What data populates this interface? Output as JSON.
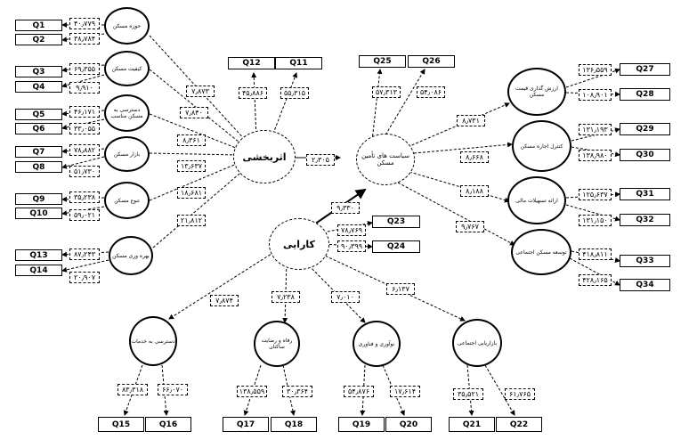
{
  "central": {
    "etrbakhshi": "اثربخشی",
    "siasat": "سیاست های تأمین مسکن",
    "karaei": "کارایی"
  },
  "latents": {
    "hozeh": "حوزه مسکن",
    "keyfiat": "کیفیت مسکن",
    "dastresi_maskan": "دسترسی به مسکن مناسب",
    "bazar": "بازار مسکن",
    "tanavo": "تنوع مسکن",
    "bahrevari": "بهره وری مسکن",
    "arzesh": "ارزش گذاری قیمت مسکن",
    "kontrol": "کنترل اجاره مسکن",
    "erae": "ارائه تسهیلات مالی",
    "tose": "توسعه مسکن اجتماعی",
    "dastresi_khadamat": "دسترسی به خدمات",
    "refah": "رفاه و رضایت ساکنان",
    "noavari": "نوآوری و فناوری",
    "bazar_ejtemai": "بازاریابی اجتماعی"
  },
  "items": {
    "q1": "Q1",
    "q2": "Q2",
    "q3": "Q3",
    "q4": "Q4",
    "q5": "Q5",
    "q6": "Q6",
    "q7": "Q7",
    "q8": "Q8",
    "q9": "Q9",
    "q10": "Q10",
    "q11": "Q11",
    "q12": "Q12",
    "q13": "Q13",
    "q14": "Q14",
    "q15": "Q15",
    "q16": "Q16",
    "q17": "Q17",
    "q18": "Q18",
    "q19": "Q19",
    "q20": "Q20",
    "q21": "Q21",
    "q22": "Q22",
    "q23": "Q23",
    "q24": "Q24",
    "q25": "Q25",
    "q26": "Q26",
    "q27": "Q27",
    "q28": "Q28",
    "q29": "Q29",
    "q30": "Q30",
    "q31": "Q31",
    "q32": "Q32",
    "q33": "Q33",
    "q34": "Q34"
  },
  "loadings": {
    "q1": "۴۰٫۷۷۹",
    "q2": "۳۸٫۷۸۴",
    "q3": "۶۹٫۳۵۵",
    "q4": "۹٫۹۱۰",
    "q5": "۴۶٫۱۷۱",
    "q6": "۳۳٫۰۵۵",
    "q7": "۷۸٫۸۸۲",
    "q8": "۵۱٫۷۳۰",
    "q9": "۳۵٫۲۳۸",
    "q10": "۵۹٫۰۲۱",
    "q11": "۵۵٫۳۱۵",
    "q12": "۴۵٫۸۸۶",
    "q13": "۸۷٫۲۴۳",
    "q14": "۲۰٫۹۰۷",
    "q15": "۸۳٫۳۱۸",
    "q16": "۶۶٫۰۷۰",
    "q17": "۱۳۸٫۵۵۹",
    "q18": "۳۰٫۳۶۴",
    "q19": "۵۴٫۸۷۶",
    "q20": "۱۷٫۶۱۴",
    "q21": "۳۵٫۵۲۱",
    "q22": "۶۱٫۷۶۵",
    "q23": "۷۸٫۷۶۹",
    "q24": "۹۰٫۳۹۹",
    "q25": "۵۷٫۳۱۳",
    "q26": "۵۴٫۰۸۶",
    "q27": "۱۳۶٫۵۵۹",
    "q28": "۱۰۸٫۹۰۱",
    "q29": "۱۳۱٫۱۹۳",
    "q30": "۱۳۸٫۹۸۰",
    "q31": "۱۲۵٫۶۳۷",
    "q32": "۱۳۱٫۱۵۰",
    "q33": "۴۱۸٫۸۱۱",
    "q34": "۴۲۸٫۱۶۵"
  },
  "paths": {
    "hozeh": "۷٫۸۷۳",
    "keyfiat": "۷٫۸۴۰",
    "dastresi_maskan": "۸٫۳۶۱",
    "bazar": "۱۳٫۶۳۷",
    "tanavo": "۱۸٫۶۸۱",
    "bahrevari": "۲۱٫۸۱۲",
    "etr_siasat": "۲٫۳۰۵",
    "karaei_siasat": "۹٫۳۳۰",
    "arzesh": "۸٫۷۳۱",
    "kontrol": "۸٫۶۶۸",
    "erae": "۸٫۱۸۸",
    "tose": "۹٫۷۶۷",
    "dastresi_khadamat": "۷٫۸۷۴",
    "refah": "۷٫۲۳۸",
    "noavari": "۷٫۰۱۰",
    "bazar_ejtemai": "۶٫۱۳۷"
  }
}
